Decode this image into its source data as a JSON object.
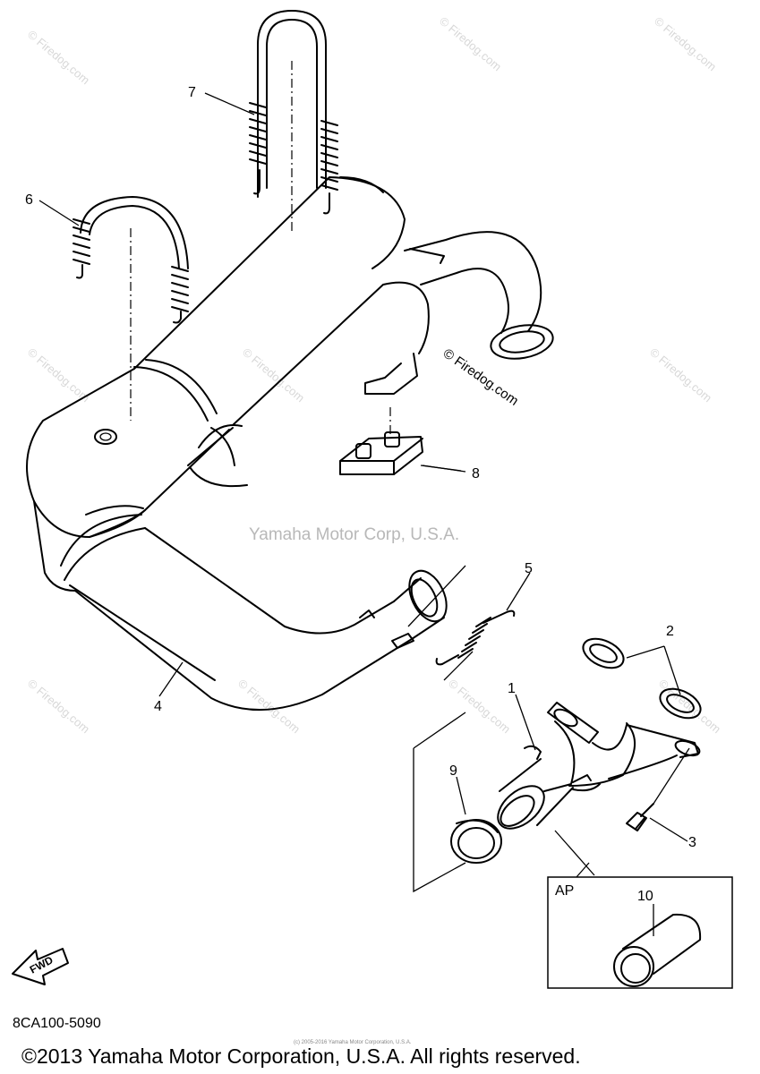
{
  "diagram": {
    "part_callouts": [
      "1",
      "2",
      "3",
      "4",
      "5",
      "6",
      "7",
      "8",
      "9",
      "10"
    ],
    "inset_label": "AP",
    "direction_label": "FWD",
    "watermark_main": "© Firedog.com",
    "watermark_tile": "© Firedog.com",
    "center_watermark": "Yamaha Motor Corp, U.S.A.",
    "diagram_code": "8CA100-5090",
    "tiny_footer": "(c) 2005-2016 Yamaha Motor Corporation, U.S.A.",
    "copyright": "©2013 Yamaha Motor Corporation, U.S.A. All rights reserved."
  }
}
